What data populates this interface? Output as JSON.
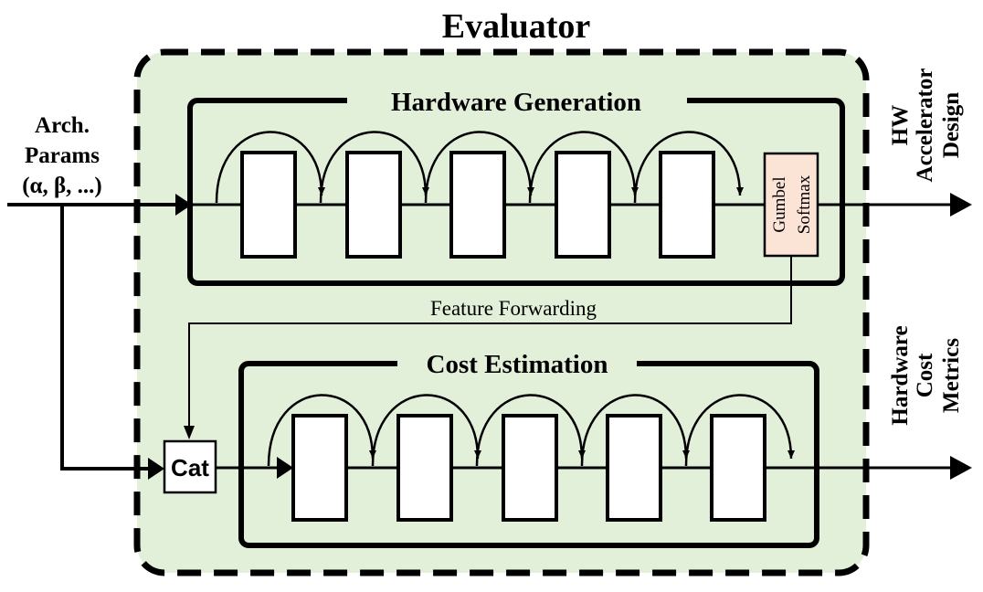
{
  "title": "Evaluator",
  "input": {
    "lines": [
      "Arch.",
      "Params",
      "(α, β, ...)"
    ]
  },
  "hardware_generation": {
    "title": "Hardware Generation",
    "gumbel_softmax": [
      "Gumbel",
      "Softmax"
    ],
    "output_label": [
      "HW",
      "Accelerator",
      "Design"
    ]
  },
  "feature_forwarding": "Feature Forwarding",
  "cost_estimation": {
    "title": "Cost Estimation",
    "concat_label": "Cat",
    "output_label": [
      "Hardware",
      "Cost",
      "Metrics"
    ]
  },
  "colors": {
    "evaluator_fill": "#e2efd9",
    "gumbel_fill": "#fbe3d6",
    "stroke": "#000000"
  }
}
